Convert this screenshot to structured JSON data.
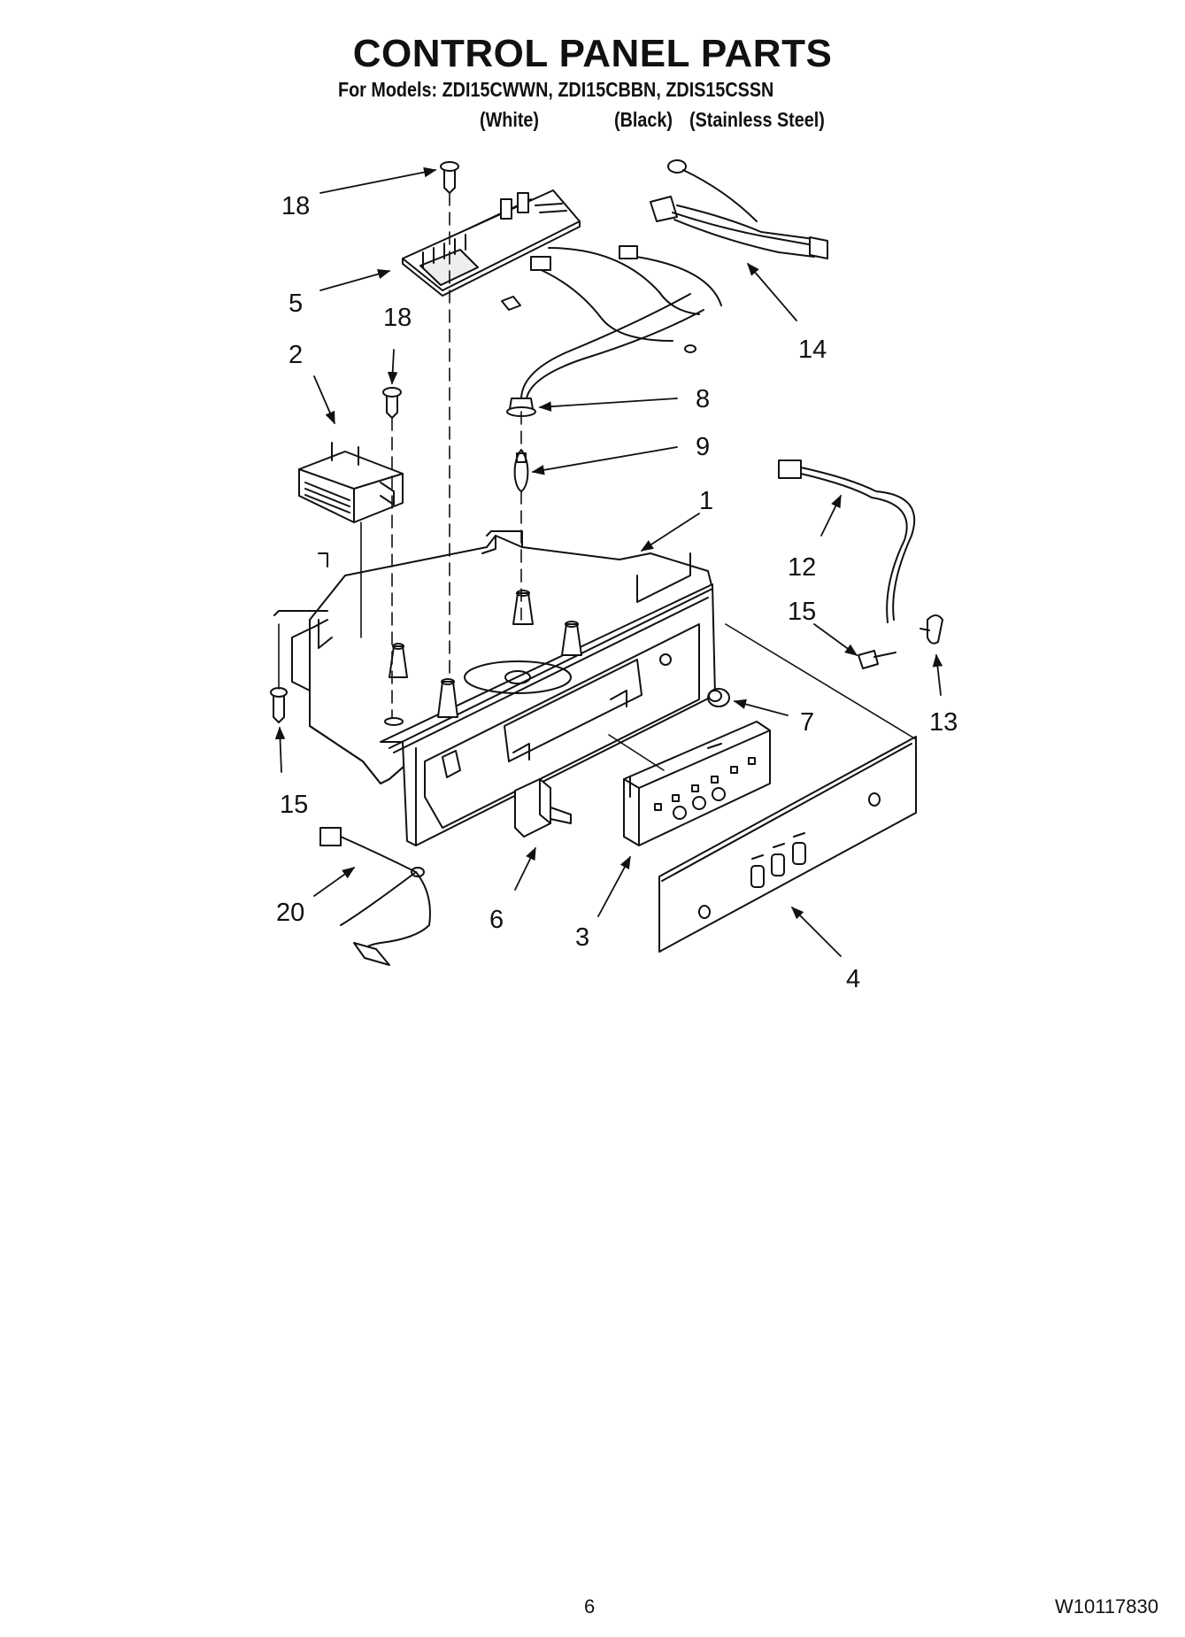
{
  "header": {
    "title": "CONTROL PANEL PARTS",
    "models_line": "For Models: ZDI15CWWN, ZDI15CBBN, ZDIS15CSSN",
    "finishes": [
      "(White)",
      "(Black)",
      "(Stainless Steel)"
    ]
  },
  "callouts": {
    "c1": "1",
    "c2": "2",
    "c3": "3",
    "c4": "4",
    "c5": "5",
    "c6": "6",
    "c7": "7",
    "c8": "8",
    "c9": "9",
    "c12": "12",
    "c13": "13",
    "c14": "14",
    "c15a": "15",
    "c15b": "15",
    "c18a": "18",
    "c18b": "18",
    "c20": "20"
  },
  "footer": {
    "page_number": "6",
    "document_number": "W10117830"
  },
  "colors": {
    "line": "#111111",
    "fill": "#ffffff"
  }
}
